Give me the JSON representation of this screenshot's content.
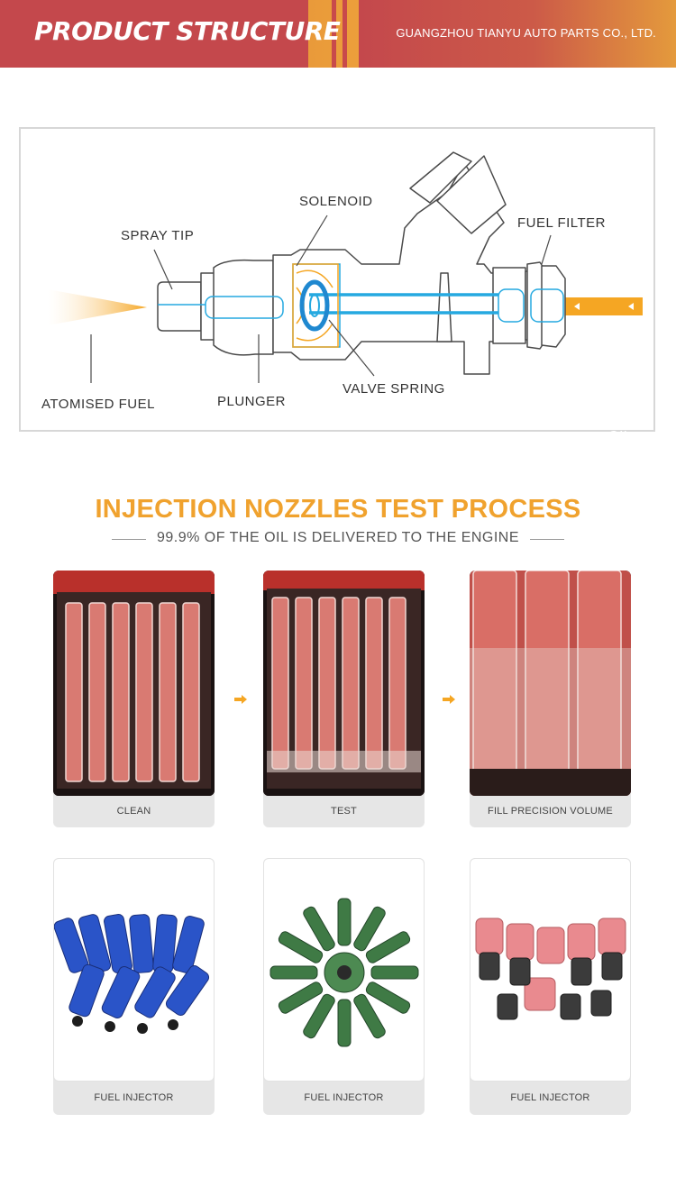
{
  "header": {
    "title": "PRODUCT STRUCTURE",
    "company": "GUANGZHOU TIANYU AUTO PARTS CO., LTD."
  },
  "diagram": {
    "labels": {
      "spray_tip": "SPRAY TIP",
      "solenoid": "SOLENOID",
      "fuel_filter": "FUEL FILTER",
      "oil": "OIL",
      "atomised_fuel": "ATOMISED FUEL",
      "plunger": "PLUNGER",
      "valve_spring": "VALVE SPRING"
    },
    "colors": {
      "accent": "#f5a623",
      "fuel_blue": "#25a9e0",
      "outline": "#4a4a4a"
    }
  },
  "process": {
    "title": "INJECTION NOZZLES TEST PROCESS",
    "subtitle": "99.9% OF THE OIL IS DELIVERED TO THE ENGINE",
    "steps": [
      {
        "label": "CLEAN"
      },
      {
        "label": "TEST"
      },
      {
        "label": "FILL PRECISION VOLUME"
      }
    ]
  },
  "products": [
    {
      "label": "FUEL INJECTOR",
      "color": "#2a54c8"
    },
    {
      "label": "FUEL INJECTOR",
      "color": "#3f7a45"
    },
    {
      "label": "FUEL INJECTOR",
      "color": "#e98a8f"
    }
  ],
  "theme": {
    "banner_red": "#c4484c",
    "banner_orange": "#f2a83e",
    "title_orange": "#f0a22e"
  }
}
